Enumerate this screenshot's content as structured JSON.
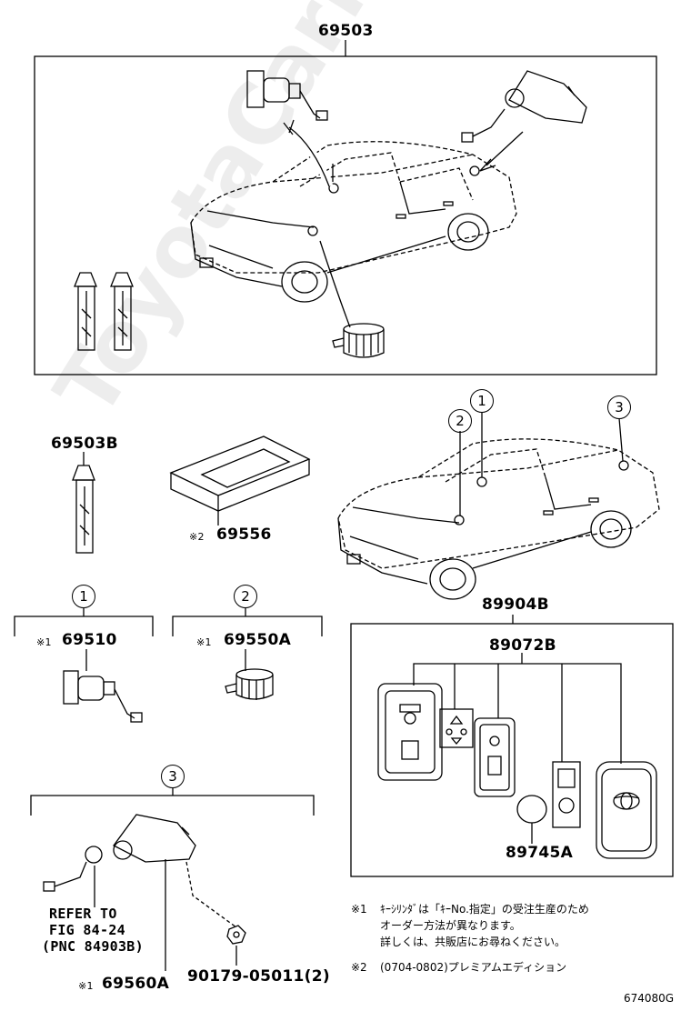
{
  "watermark": "ToyotaCarMine.ru",
  "parts": {
    "p69503": "69503",
    "p69503B": "69503B",
    "p69556": "69556",
    "p69510": "69510",
    "p69550A": "69550A",
    "p69560A": "69560A",
    "p89904B": "89904B",
    "p89072B": "89072B",
    "p89745A": "89745A",
    "p90179": "90179-05011(2)"
  },
  "marks": {
    "m1": "※1",
    "m2": "※2"
  },
  "callouts": {
    "c1": "1",
    "c2": "2",
    "c3": "3"
  },
  "refer": {
    "line1": "REFER TO",
    "line2": "FIG 84-24",
    "line3": "(PNC 84903B)"
  },
  "notes": {
    "n1_mark": "※1",
    "n1_line1": "ｷｰｼﾘﾝﾀﾞは「ｷｰNo.指定」の受注生産のため",
    "n1_line2": "オーダー方法が異なります。",
    "n1_line3": "詳しくは、共販店にお尋ねください。",
    "n2_mark": "※2",
    "n2_line1": "(0704-0802)プレミアムエディション"
  },
  "figure_code": "674080G"
}
